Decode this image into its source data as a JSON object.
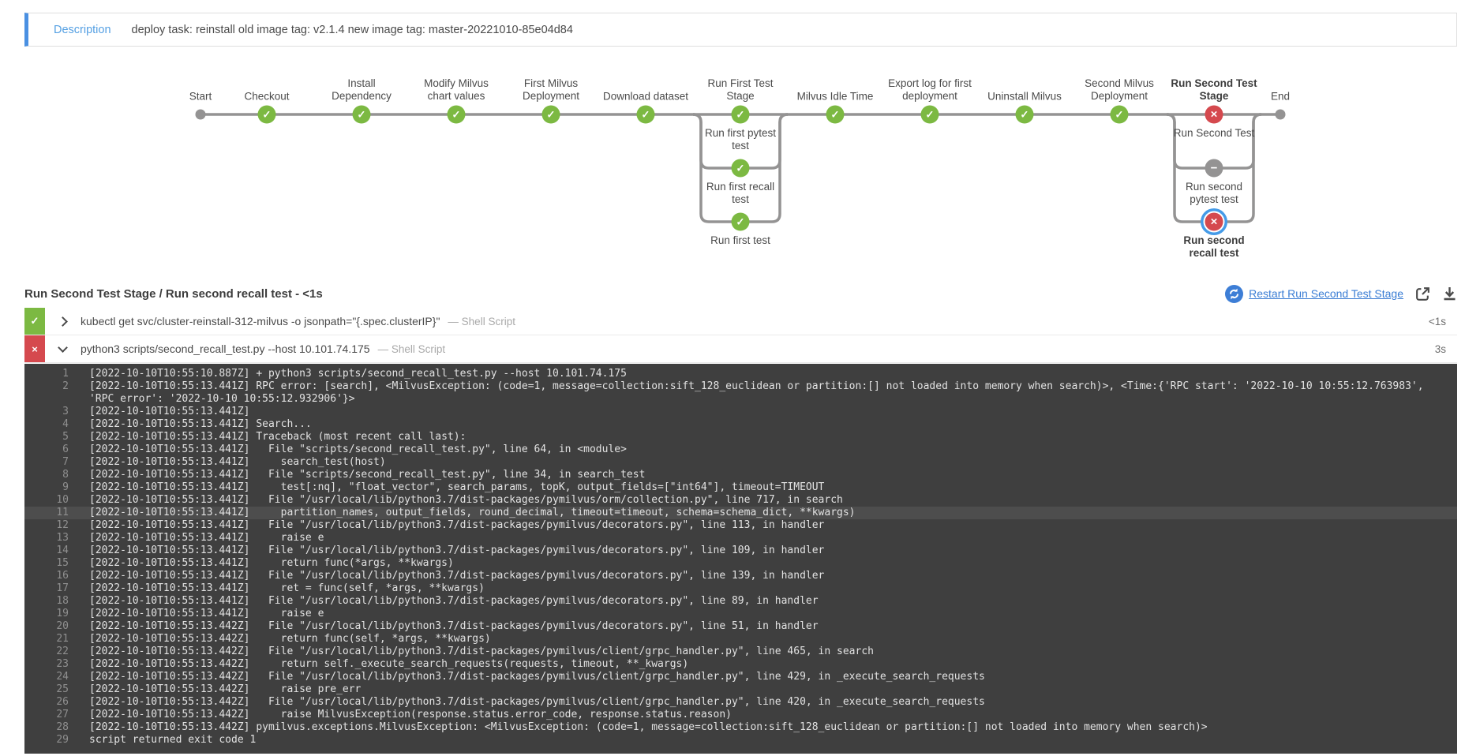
{
  "description": {
    "label": "Description",
    "text": "deploy task: reinstall old image tag: v2.1.4 new image tag: master-20221010-85e04d84"
  },
  "colors": {
    "success_green": "#7cb942",
    "failure_red": "#d5494e",
    "neutral_gray": "#949393",
    "selection_ring_blue": "#459be8",
    "link_blue": "#3a7dd4",
    "accent_blue": "#4a90e2"
  },
  "pipeline": {
    "stages": [
      {
        "label": "Start",
        "type": "dot"
      },
      {
        "label": "Checkout",
        "status": "success"
      },
      {
        "label": "Install\nDependency",
        "status": "success"
      },
      {
        "label": "Modify Milvus\nchart values",
        "status": "success"
      },
      {
        "label": "First Milvus\nDeployment",
        "status": "success"
      },
      {
        "label": "Download dataset",
        "status": "success"
      },
      {
        "label": "Run First Test\nStage",
        "status": "success",
        "branches": [
          {
            "label": "Run first pytest\ntest",
            "status": "success"
          },
          {
            "label": "Run first recall\ntest",
            "status": "success"
          },
          {
            "label": "Run first test",
            "status": "success"
          }
        ]
      },
      {
        "label": "Milvus Idle Time",
        "status": "success"
      },
      {
        "label": "Export log for first\ndeployment",
        "status": "success"
      },
      {
        "label": "Uninstall Milvus",
        "status": "success"
      },
      {
        "label": "Second Milvus\nDeployment",
        "status": "success"
      },
      {
        "label": "Run Second Test\nStage",
        "status": "failure",
        "emphasis": true,
        "branches": [
          {
            "label": "Run Second Test",
            "status": "failure"
          },
          {
            "label": "Run second\npytest test",
            "status": "skipped"
          },
          {
            "label": "Run second\nrecall test",
            "status": "failure",
            "selected": true,
            "emphasis": true
          }
        ]
      },
      {
        "label": "End",
        "type": "dot"
      }
    ]
  },
  "detail": {
    "title": "Run Second Test Stage / Run second recall test - <1s",
    "restart_label": "Restart Run Second Test Stage"
  },
  "steps": [
    {
      "status": "success",
      "expanded": false,
      "command": "kubectl get svc/cluster-reinstall-312-milvus -o jsonpath=\"{.spec.clusterIP}\"",
      "kind": "— Shell Script",
      "duration": "<1s"
    },
    {
      "status": "failure",
      "expanded": true,
      "command": "python3 scripts/second_recall_test.py --host 10.101.74.175",
      "kind": "— Shell Script",
      "duration": "3s"
    }
  ],
  "console": {
    "highlight_line": 11,
    "lines": [
      "[2022-10-10T10:55:10.887Z] + python3 scripts/second_recall_test.py --host 10.101.74.175",
      "[2022-10-10T10:55:13.441Z] RPC error: [search], <MilvusException: (code=1, message=collection:sift_128_euclidean or partition:[] not loaded into memory when search)>, <Time:{'RPC start': '2022-10-10 10:55:12.763983', 'RPC error': '2022-10-10 10:55:12.932906'}>",
      "[2022-10-10T10:55:13.441Z]",
      "[2022-10-10T10:55:13.441Z] Search...",
      "[2022-10-10T10:55:13.441Z] Traceback (most recent call last):",
      "[2022-10-10T10:55:13.441Z]   File \"scripts/second_recall_test.py\", line 64, in <module>",
      "[2022-10-10T10:55:13.441Z]     search_test(host)",
      "[2022-10-10T10:55:13.441Z]   File \"scripts/second_recall_test.py\", line 34, in search_test",
      "[2022-10-10T10:55:13.441Z]     test[:nq], \"float_vector\", search_params, topK, output_fields=[\"int64\"], timeout=TIMEOUT",
      "[2022-10-10T10:55:13.441Z]   File \"/usr/local/lib/python3.7/dist-packages/pymilvus/orm/collection.py\", line 717, in search",
      "[2022-10-10T10:55:13.441Z]     partition_names, output_fields, round_decimal, timeout=timeout, schema=schema_dict, **kwargs)",
      "[2022-10-10T10:55:13.441Z]   File \"/usr/local/lib/python3.7/dist-packages/pymilvus/decorators.py\", line 113, in handler",
      "[2022-10-10T10:55:13.441Z]     raise e",
      "[2022-10-10T10:55:13.441Z]   File \"/usr/local/lib/python3.7/dist-packages/pymilvus/decorators.py\", line 109, in handler",
      "[2022-10-10T10:55:13.441Z]     return func(*args, **kwargs)",
      "[2022-10-10T10:55:13.441Z]   File \"/usr/local/lib/python3.7/dist-packages/pymilvus/decorators.py\", line 139, in handler",
      "[2022-10-10T10:55:13.441Z]     ret = func(self, *args, **kwargs)",
      "[2022-10-10T10:55:13.441Z]   File \"/usr/local/lib/python3.7/dist-packages/pymilvus/decorators.py\", line 89, in handler",
      "[2022-10-10T10:55:13.441Z]     raise e",
      "[2022-10-10T10:55:13.442Z]   File \"/usr/local/lib/python3.7/dist-packages/pymilvus/decorators.py\", line 51, in handler",
      "[2022-10-10T10:55:13.442Z]     return func(self, *args, **kwargs)",
      "[2022-10-10T10:55:13.442Z]   File \"/usr/local/lib/python3.7/dist-packages/pymilvus/client/grpc_handler.py\", line 465, in search",
      "[2022-10-10T10:55:13.442Z]     return self._execute_search_requests(requests, timeout, **_kwargs)",
      "[2022-10-10T10:55:13.442Z]   File \"/usr/local/lib/python3.7/dist-packages/pymilvus/client/grpc_handler.py\", line 429, in _execute_search_requests",
      "[2022-10-10T10:55:13.442Z]     raise pre_err",
      "[2022-10-10T10:55:13.442Z]   File \"/usr/local/lib/python3.7/dist-packages/pymilvus/client/grpc_handler.py\", line 420, in _execute_search_requests",
      "[2022-10-10T10:55:13.442Z]     raise MilvusException(response.status.error_code, response.status.reason)",
      "[2022-10-10T10:55:13.442Z] pymilvus.exceptions.MilvusException: <MilvusException: (code=1, message=collection:sift_128_euclidean or partition:[] not loaded into memory when search)>",
      "script returned exit code 1"
    ]
  }
}
